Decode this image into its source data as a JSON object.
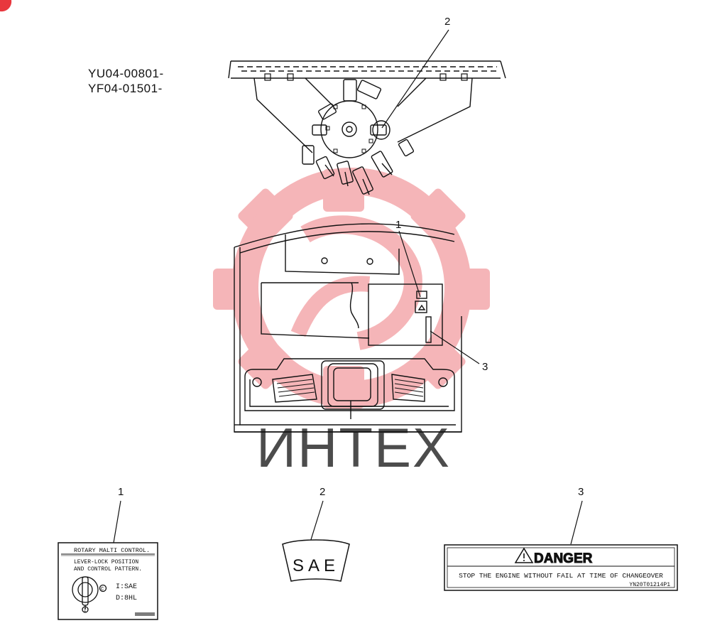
{
  "serial_numbers": [
    "YU04-00801-",
    "YF04-01501-"
  ],
  "callouts": {
    "top_selector": "2",
    "panel_label": "1",
    "panel_warning": "3",
    "decal_1": "1",
    "decal_2": "2",
    "decal_3": "3"
  },
  "watermark": "ИНТЕХ",
  "decal_1": {
    "title": "ROTARY MALTI CONTROL.",
    "line1": "LEVER-LOCK POSITION",
    "line2": "AND CONTROL PATTERN.",
    "option_1": "I:SAE",
    "option_2": "D:8HL",
    "mark_c": "C",
    "mark_i": "I"
  },
  "decal_2": {
    "text": "SAE"
  },
  "decal_3": {
    "header": "DANGER",
    "message": "STOP THE ENGINE WITHOUT FAIL AT TIME OF CHANGEOVER",
    "part_no": "YN20T01214P1"
  },
  "colors": {
    "line": "#111111",
    "watermark": "#e8373e",
    "watermark_text": "#cfcfcf"
  }
}
